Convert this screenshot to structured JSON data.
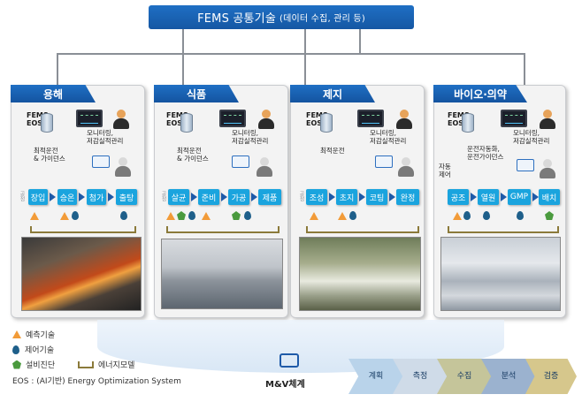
{
  "header": {
    "title": "FEMS 공통기술",
    "subtitle": "(데이터 수집, 관리 등)"
  },
  "panels": [
    {
      "title": "용해",
      "fems": "FEMS",
      "eos": "EOS",
      "monitor_label_1": "모니터링,",
      "monitor_label_2": "저감실적관리",
      "guide_1": "최적운전",
      "guide_2": "& 가이던스",
      "side_tag": "공정",
      "steps": [
        "장입",
        "승온",
        "첨가",
        "출탕"
      ]
    },
    {
      "title": "식품",
      "fems": "FEMS",
      "eos": "EOS",
      "monitor_label_1": "모니터링,",
      "monitor_label_2": "저감실적관리",
      "guide_1": "최적운전",
      "guide_2": "& 가이던스",
      "side_tag": "공정",
      "steps": [
        "살균",
        "준비",
        "가공",
        "제품"
      ]
    },
    {
      "title": "제지",
      "fems": "FEMS",
      "eos": "EOS",
      "monitor_label_1": "모니터링,",
      "monitor_label_2": "저감실적관리",
      "guide_1": "최적운전",
      "guide_2": "",
      "side_tag": "공정",
      "steps": [
        "조성",
        "초지",
        "코팅",
        "완정"
      ]
    },
    {
      "title": "바이오·의약",
      "fems": "FEMS",
      "eos": "EOS",
      "monitor_label_1": "모니터링,",
      "monitor_label_2": "저감실적관리",
      "guide_1": "운전자동화,",
      "guide_2": "운전가이던스",
      "side_tag_1": "자동",
      "side_tag_2": "제어",
      "steps": [
        "공조",
        "열원",
        "GMP",
        "배치"
      ]
    }
  ],
  "legend": {
    "predict": "예측기술",
    "control": "제어기술",
    "diagnose": "설비진단",
    "model": "에너지모델",
    "eos_note": "EOS : (AI기반) Energy Optimization System"
  },
  "mv": {
    "label": "M&V체계"
  },
  "cycle": [
    {
      "a": "계",
      "b": "획"
    },
    {
      "a": "측",
      "b": "정"
    },
    {
      "a": "수",
      "b": "집"
    },
    {
      "a": "분",
      "b": "석"
    },
    {
      "a": "검",
      "b": "증"
    }
  ],
  "colors": {
    "header": "#1f6fc4",
    "process_box": "#1aa4de",
    "predict": "#f29b38",
    "control": "#1e5f8a",
    "diagnose": "#4a9a3e"
  }
}
